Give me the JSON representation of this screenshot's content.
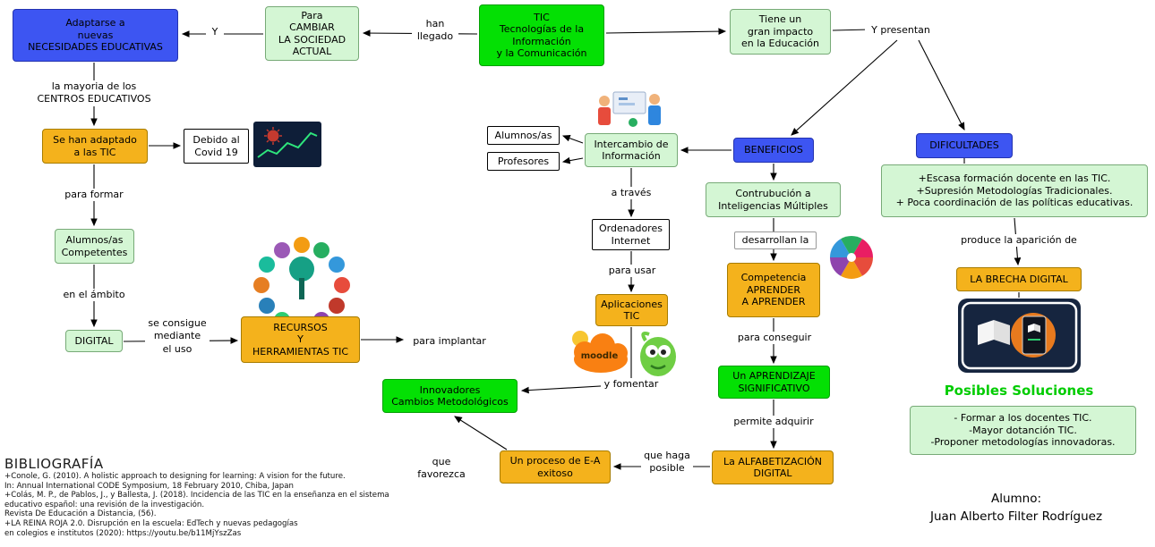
{
  "nodes": {
    "adaptarse": "Adaptarse a\nnuevas\nNECESIDADES EDUCATIVAS",
    "cambiar_sociedad": "Para\nCAMBIAR\nLA SOCIEDAD\nACTUAL",
    "tic": "TIC\nTecnologías de la\nInformación\ny la Comunicación",
    "impacto": "Tiene un\ngran impacto\nen la Educación",
    "adaptado_tic": "Se han adaptado\na las TIC",
    "covid": "Debido al\nCovid 19",
    "alumnos_competentes": "Alumnos/as\nCompetentes",
    "digital": "DIGITAL",
    "recursos": "RECURSOS\nY\nHERRAMIENTAS TIC",
    "innovadores": "Innovadores\nCambios Metodológicos",
    "proceso_ea": "Un proceso de E-A\nexitoso",
    "alfabetizacion": "La ALFABETIZACIÓN\nDIGITAL",
    "alumnos": "Alumnos/as",
    "profesores": "Profesores",
    "intercambio": "Intercambio de\nInformación",
    "ordenadores": "Ordenadores\nInternet",
    "aplicaciones": "Aplicaciones\nTIC",
    "beneficios": "BENEFICIOS",
    "contribucion": "Contrubución a\nInteligencias Múltiples",
    "desarrollan_la": "desarrollan la",
    "competencia": "Competencia\nAPRENDER\nA APRENDER",
    "aprendizaje": "Un APRENDIZAJE\nSIGNIFICATIVO",
    "dificultades": "DIFICULTADES",
    "dificultades_lista": "+Escasa formación docente en las TIC.\n+Supresión Metodologías Tradicionales.\n+ Poca coordinación de las políticas educativas.",
    "brecha": "LA BRECHA DIGITAL",
    "posibles_soluciones": "Posibles Soluciones",
    "soluciones_lista": "- Formar a los docentes TIC.\n-Mayor dotanción TIC.\n-Proponer metodologías innovadoras."
  },
  "edge_labels": {
    "y": "Y",
    "han_llegado": "han\nllegado",
    "y_presentan": "Y presentan",
    "mayoria_centros": "la mayoria de los\nCENTROS EDUCATIVOS",
    "para_formar": "para formar",
    "en_el_ambito": "en el ámbito",
    "se_consigue": "se consigue\nmediante\nel uso",
    "para_implantar": "para implantar",
    "y_fomentar": "y fomentar",
    "que_favorezca": "que\nfavorezca",
    "que_haga_posible": "que haga\nposible",
    "a_traves": "a través",
    "para_usar": "para usar",
    "para_conseguir": "para conseguir",
    "permite_adquirir": "permite adquirir",
    "produce_aparicion": "produce la aparición de"
  },
  "images": {
    "moodle_label": "moodle"
  },
  "bibliography": {
    "title": "BIBLIOGRAFÍA",
    "lines": [
      "+Conole, G. (2010). A holistic approach to designing for learning: A vision for the future.",
      "In: Annual International CODE Symposium, 18 February 2010, Chiba, Japan",
      "+Colás, M. P., de Pablos, J., y Ballesta, J. (2018). Incidencia de las TIC en la enseñanza en el sistema",
      "educativo español: una revisión de la investigación.",
      "Revista De Educación a Distancia, (56).",
      "+LA REINA ROJA 2.0. Disrupción en la escuela: EdTech y nuevas pedagogías",
      "en colegios e institutos (2020): https://youtu.be/b11MjYszZas"
    ]
  },
  "student": {
    "label": "Alumno:",
    "name": "Juan Alberto Filter Rodríguez"
  },
  "colors": {
    "node_blue": "#3d55f2",
    "node_green": "#04e004",
    "node_lightgreen": "#d4f6d4",
    "node_orange": "#f4b21c",
    "solutions_text": "#00cc00"
  }
}
